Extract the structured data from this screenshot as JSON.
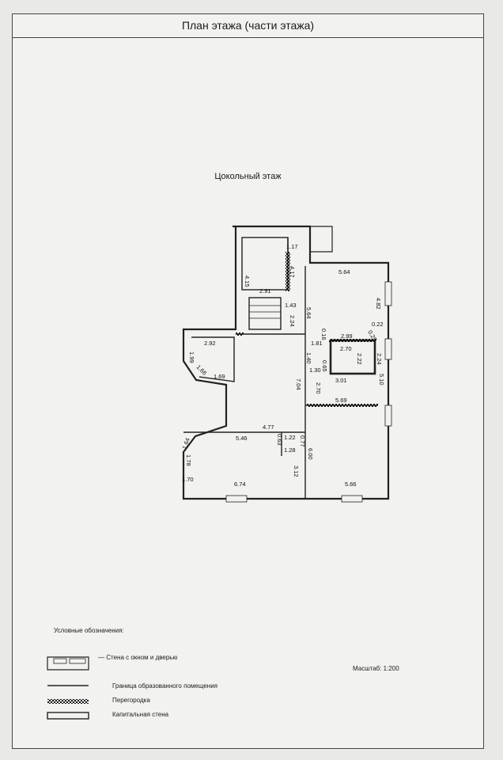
{
  "header": {
    "title": "План этажа (части этажа)"
  },
  "plan": {
    "floor_name": "Цокольный этаж",
    "dimensions": [
      "1.17",
      "4.15",
      "4.17",
      "2.91",
      "5.64",
      "4.82",
      "1.43",
      "5.64",
      "2.24",
      "0.22",
      "2.92",
      "1.99",
      "1.66",
      "1.69",
      "1.81",
      "0.16",
      "1.40",
      "2.99",
      "2.70",
      "0.25",
      "2.24",
      "2.22",
      "1.30",
      "0.65",
      "3.01",
      "2.70",
      "7.04",
      "5.10",
      "5.69",
      "4.77",
      "5.46",
      "1.22",
      "0.63",
      "1.28",
      "0.77",
      "6.00",
      "1.64",
      "1.78",
      "3.12",
      "1.70",
      "6.74",
      "5.66"
    ]
  },
  "legend": {
    "title": "Условные обозначения:",
    "items": [
      "— Стена с окном и дверью",
      "Граница образованного помещения",
      "Перегородка",
      "Капитальная стена"
    ],
    "scale": "Масштаб: 1:200"
  }
}
